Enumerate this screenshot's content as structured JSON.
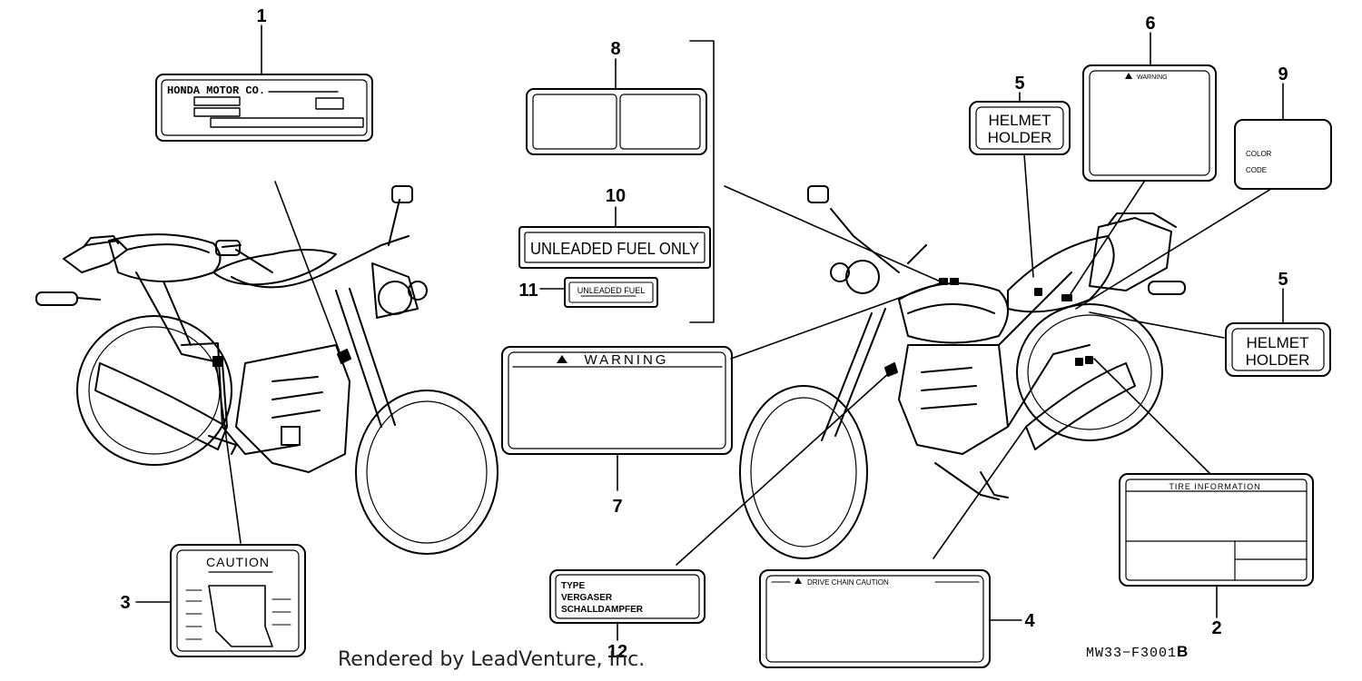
{
  "callouts": {
    "n1": "1",
    "n2": "2",
    "n3": "3",
    "n4": "4",
    "n5a": "5",
    "n5b": "5",
    "n6": "6",
    "n7": "7",
    "n8": "8",
    "n9": "9",
    "n10": "10",
    "n11": "11",
    "n12": "12"
  },
  "labels": {
    "honda_plate": "HONDA MOTOR CO.",
    "unleaded_only": "UNLEADED FUEL ONLY",
    "unleaded_small": "UNLEADED FUEL",
    "warning": "WARNING",
    "warning_small": "WARNING",
    "helmet_line1": "HELMET",
    "helmet_line2": "HOLDER",
    "color": "COLOR",
    "code": "CODE",
    "tire_info": "TIRE INFORMATION",
    "caution": "CAUTION",
    "type": "TYPE",
    "vergaser": "VERGASER",
    "schalldampfer": "SCHALLDAMPFER",
    "drive_chain": "DRIVE CHAIN CAUTION"
  },
  "footer": {
    "rendered_by": "Rendered by LeadVenture, Inc.",
    "diagram_code": "MW33−F3001",
    "diagram_code_suffix": "B"
  }
}
